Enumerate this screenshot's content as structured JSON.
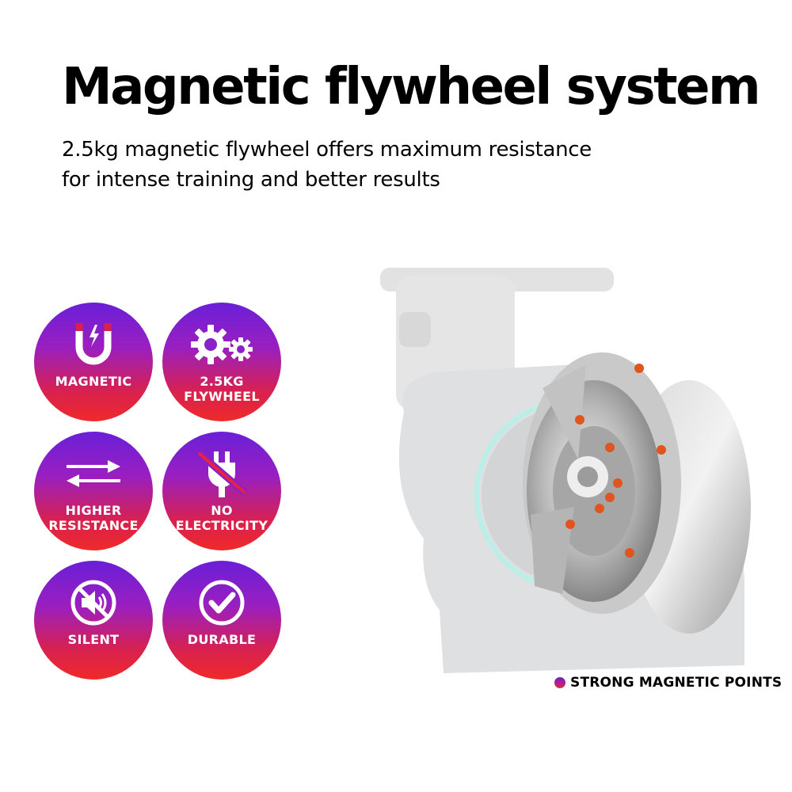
{
  "header": {
    "title": "Magnetic flywheel system",
    "subtitle_line1": "2.5kg magnetic flywheel offers maximum resistance",
    "subtitle_line2": "for intense training and better results"
  },
  "features": [
    {
      "icon": "magnet-icon",
      "line1": "MAGNETIC",
      "line2": ""
    },
    {
      "icon": "gears-icon",
      "line1": "2.5KG",
      "line2": "FLYWHEEL"
    },
    {
      "icon": "arrows-icon",
      "line1": "HIGHER",
      "line2": "RESISTANCE"
    },
    {
      "icon": "no-plug-icon",
      "line1": "NO",
      "line2": "ELECTRICITY"
    },
    {
      "icon": "mute-icon",
      "line1": "SILENT",
      "line2": ""
    },
    {
      "icon": "check-icon",
      "line1": "DURABLE",
      "line2": ""
    }
  ],
  "legend": {
    "label": "STRONG MAGNETIC POINTS"
  },
  "colors": {
    "gradient_top": "#6a1fd8",
    "gradient_bottom": "#ef2a2a",
    "magnet_point": "#e0551f"
  }
}
